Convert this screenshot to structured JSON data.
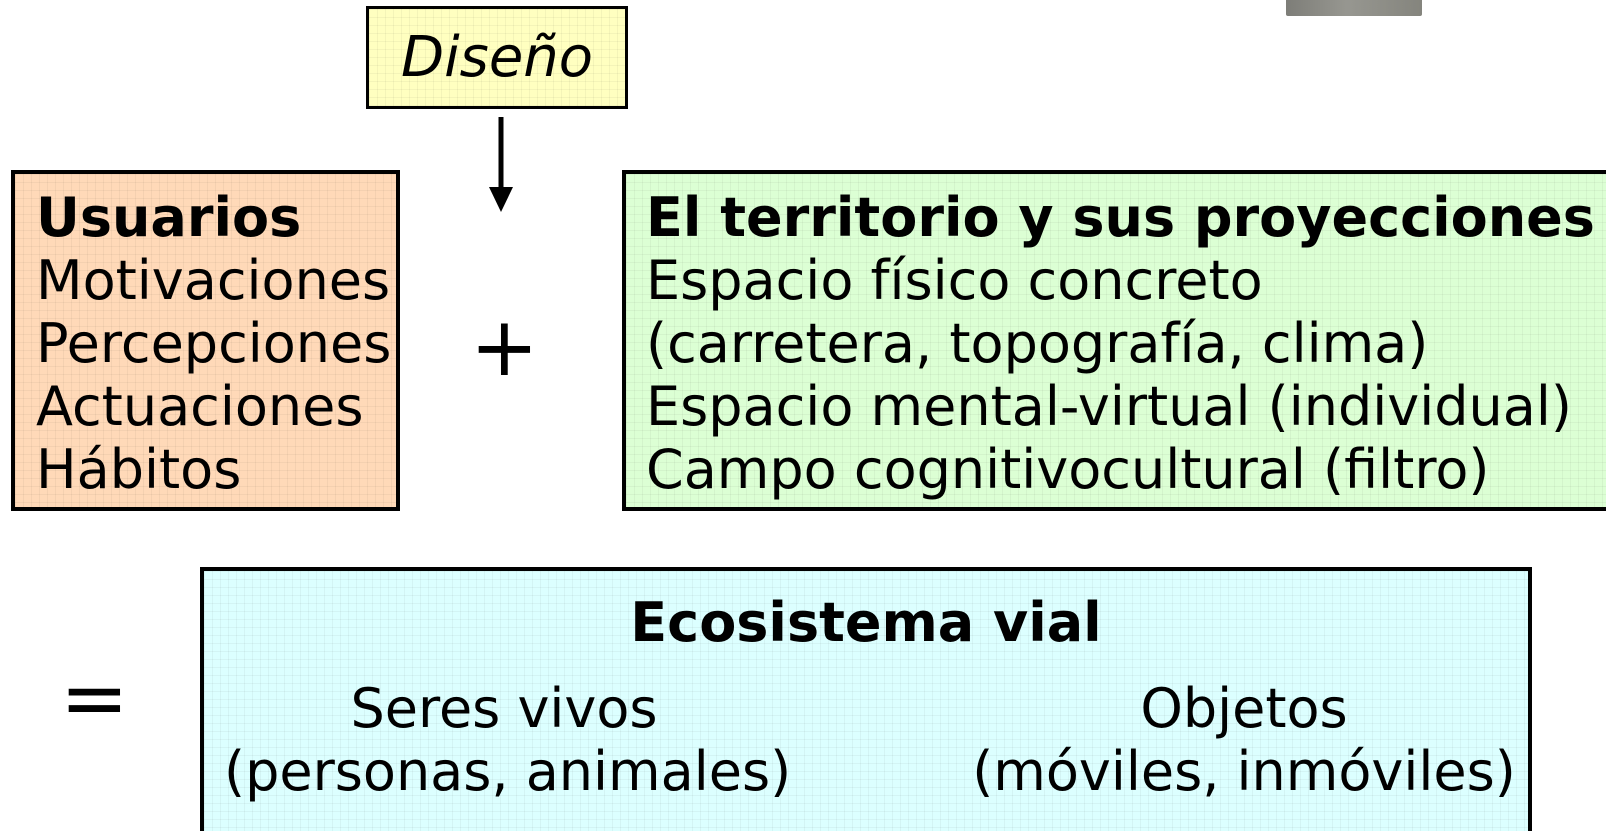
{
  "design": {
    "label": "Diseño"
  },
  "users": {
    "title": "Usuarios",
    "items": [
      "Motivaciones",
      "Percepciones",
      "Actuaciones",
      "Hábitos"
    ]
  },
  "operators": {
    "plus": "+",
    "equals": "="
  },
  "territory": {
    "title": "El territorio y sus proyecciones",
    "items": [
      "Espacio físico concreto",
      "(carretera, topografía, clima)",
      "Espacio mental-virtual (individual)",
      "Campo cognitivocultural (filtro)"
    ]
  },
  "ecosystem": {
    "title": "Ecosistema vial",
    "left": {
      "title": "Seres vivos",
      "subtitle": "(personas, animales)"
    },
    "right": {
      "title": "Objetos",
      "subtitle": "(móviles, inmóviles)"
    }
  },
  "colors": {
    "design_fill": "#ffffc0",
    "users_fill": "#ffd9b8",
    "territory_fill": "#dcffd4",
    "ecosystem_fill": "#dcffff",
    "border": "#000000"
  },
  "icons": {
    "flow_arrow": "arrow-down-icon"
  }
}
